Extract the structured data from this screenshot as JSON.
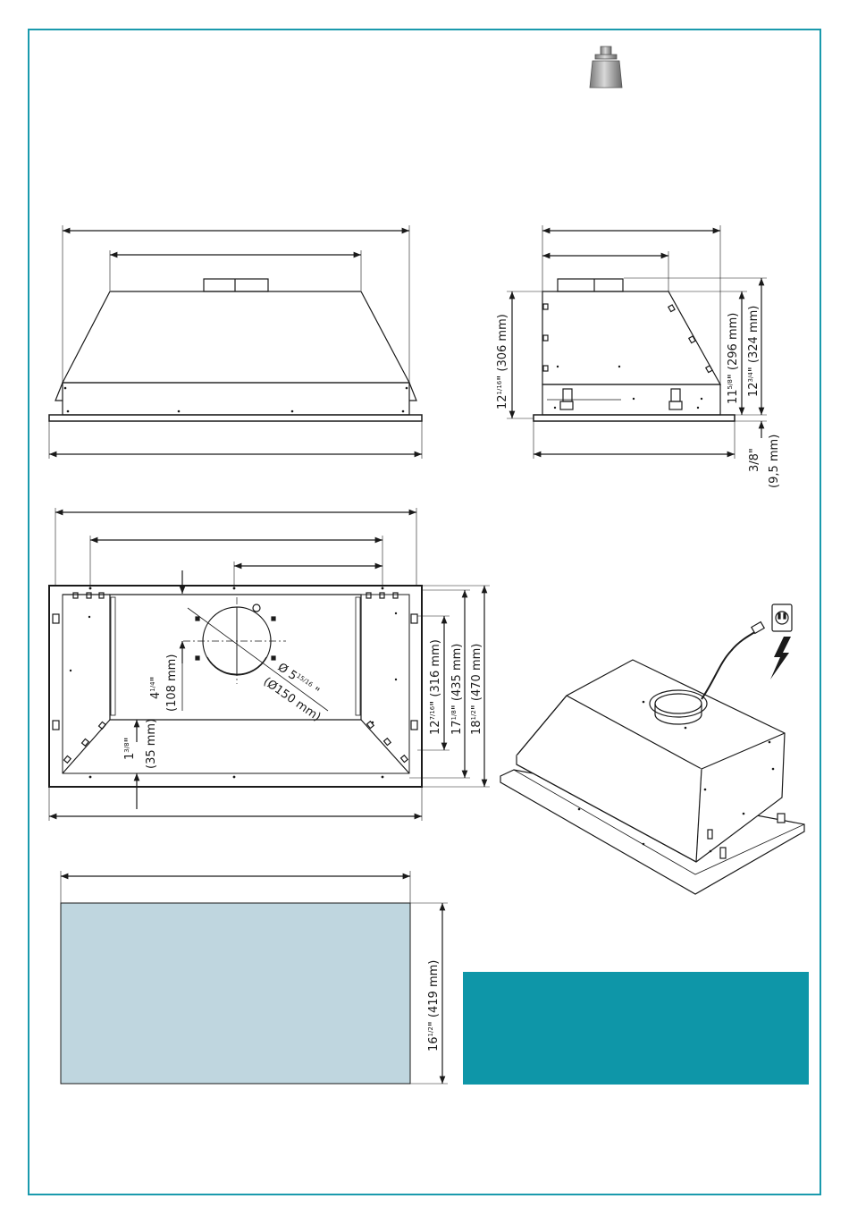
{
  "colors": {
    "frame": "#1a9aad",
    "teal_box": "#0e96a8",
    "template_fill": "#bfd6df",
    "line": "#1a1a1a"
  },
  "icons": {
    "weight": "weight-icon",
    "outlet": "wall-outlet-icon",
    "lightning": "lightning-bolt-icon"
  },
  "side_view": {
    "height_left": {
      "whole": "12",
      "frac": "1/16",
      "rest": "\" (306 mm)"
    },
    "height_inner": {
      "whole": "11",
      "frac": "5/8",
      "rest": "\" (296 mm)"
    },
    "height_outer": {
      "whole": "12",
      "frac": "3/4",
      "rest": "\" (324 mm)"
    },
    "flange_in": "3/8\"",
    "flange_mm": "(9,5 mm)"
  },
  "bottom_view": {
    "duct_offset_in": {
      "whole": "4",
      "frac": "1/4",
      "rest": "\""
    },
    "duct_offset_mm": "(108 mm)",
    "duct_diameter_in": {
      "whole": "Ø 5",
      "frac": "15/16",
      "rest": " \""
    },
    "duct_diameter_mm": "(Ø150 mm)",
    "edge_offset": {
      "whole": "1",
      "frac": "3/8",
      "rest": "\"",
      "mm": "(35 mm)"
    },
    "depth_a": {
      "whole": "12",
      "frac": "7/16",
      "rest": "\" (316 mm)"
    },
    "depth_b": {
      "whole": "17",
      "frac": "1/8",
      "rest": "\" (435 mm)"
    },
    "depth_c": {
      "whole": "18",
      "frac": "1/2",
      "rest": "\" (470 mm)"
    }
  },
  "cutout": {
    "height": {
      "whole": "16",
      "frac": "1/2",
      "rest": "\" (419 mm)"
    }
  }
}
